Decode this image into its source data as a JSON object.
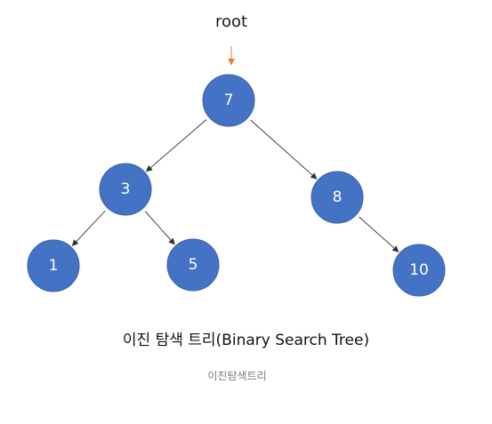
{
  "diagram": {
    "root_pointer_label": "root",
    "nodes": [
      {
        "id": "n7",
        "label": "7"
      },
      {
        "id": "n3",
        "label": "3"
      },
      {
        "id": "n8",
        "label": "8"
      },
      {
        "id": "n1",
        "label": "1"
      },
      {
        "id": "n5",
        "label": "5"
      },
      {
        "id": "n10",
        "label": "10"
      }
    ],
    "edges": [
      {
        "from": "n7",
        "to": "n3"
      },
      {
        "from": "n7",
        "to": "n8"
      },
      {
        "from": "n3",
        "to": "n1"
      },
      {
        "from": "n3",
        "to": "n5"
      },
      {
        "from": "n8",
        "to": "n10"
      }
    ],
    "colors": {
      "node_fill": "#4472c4",
      "root_arrow": "#ed7d31",
      "edge": "#303030"
    }
  },
  "title": "이진 탐색 트리(Binary Search Tree)",
  "caption": "이진탐색트리"
}
